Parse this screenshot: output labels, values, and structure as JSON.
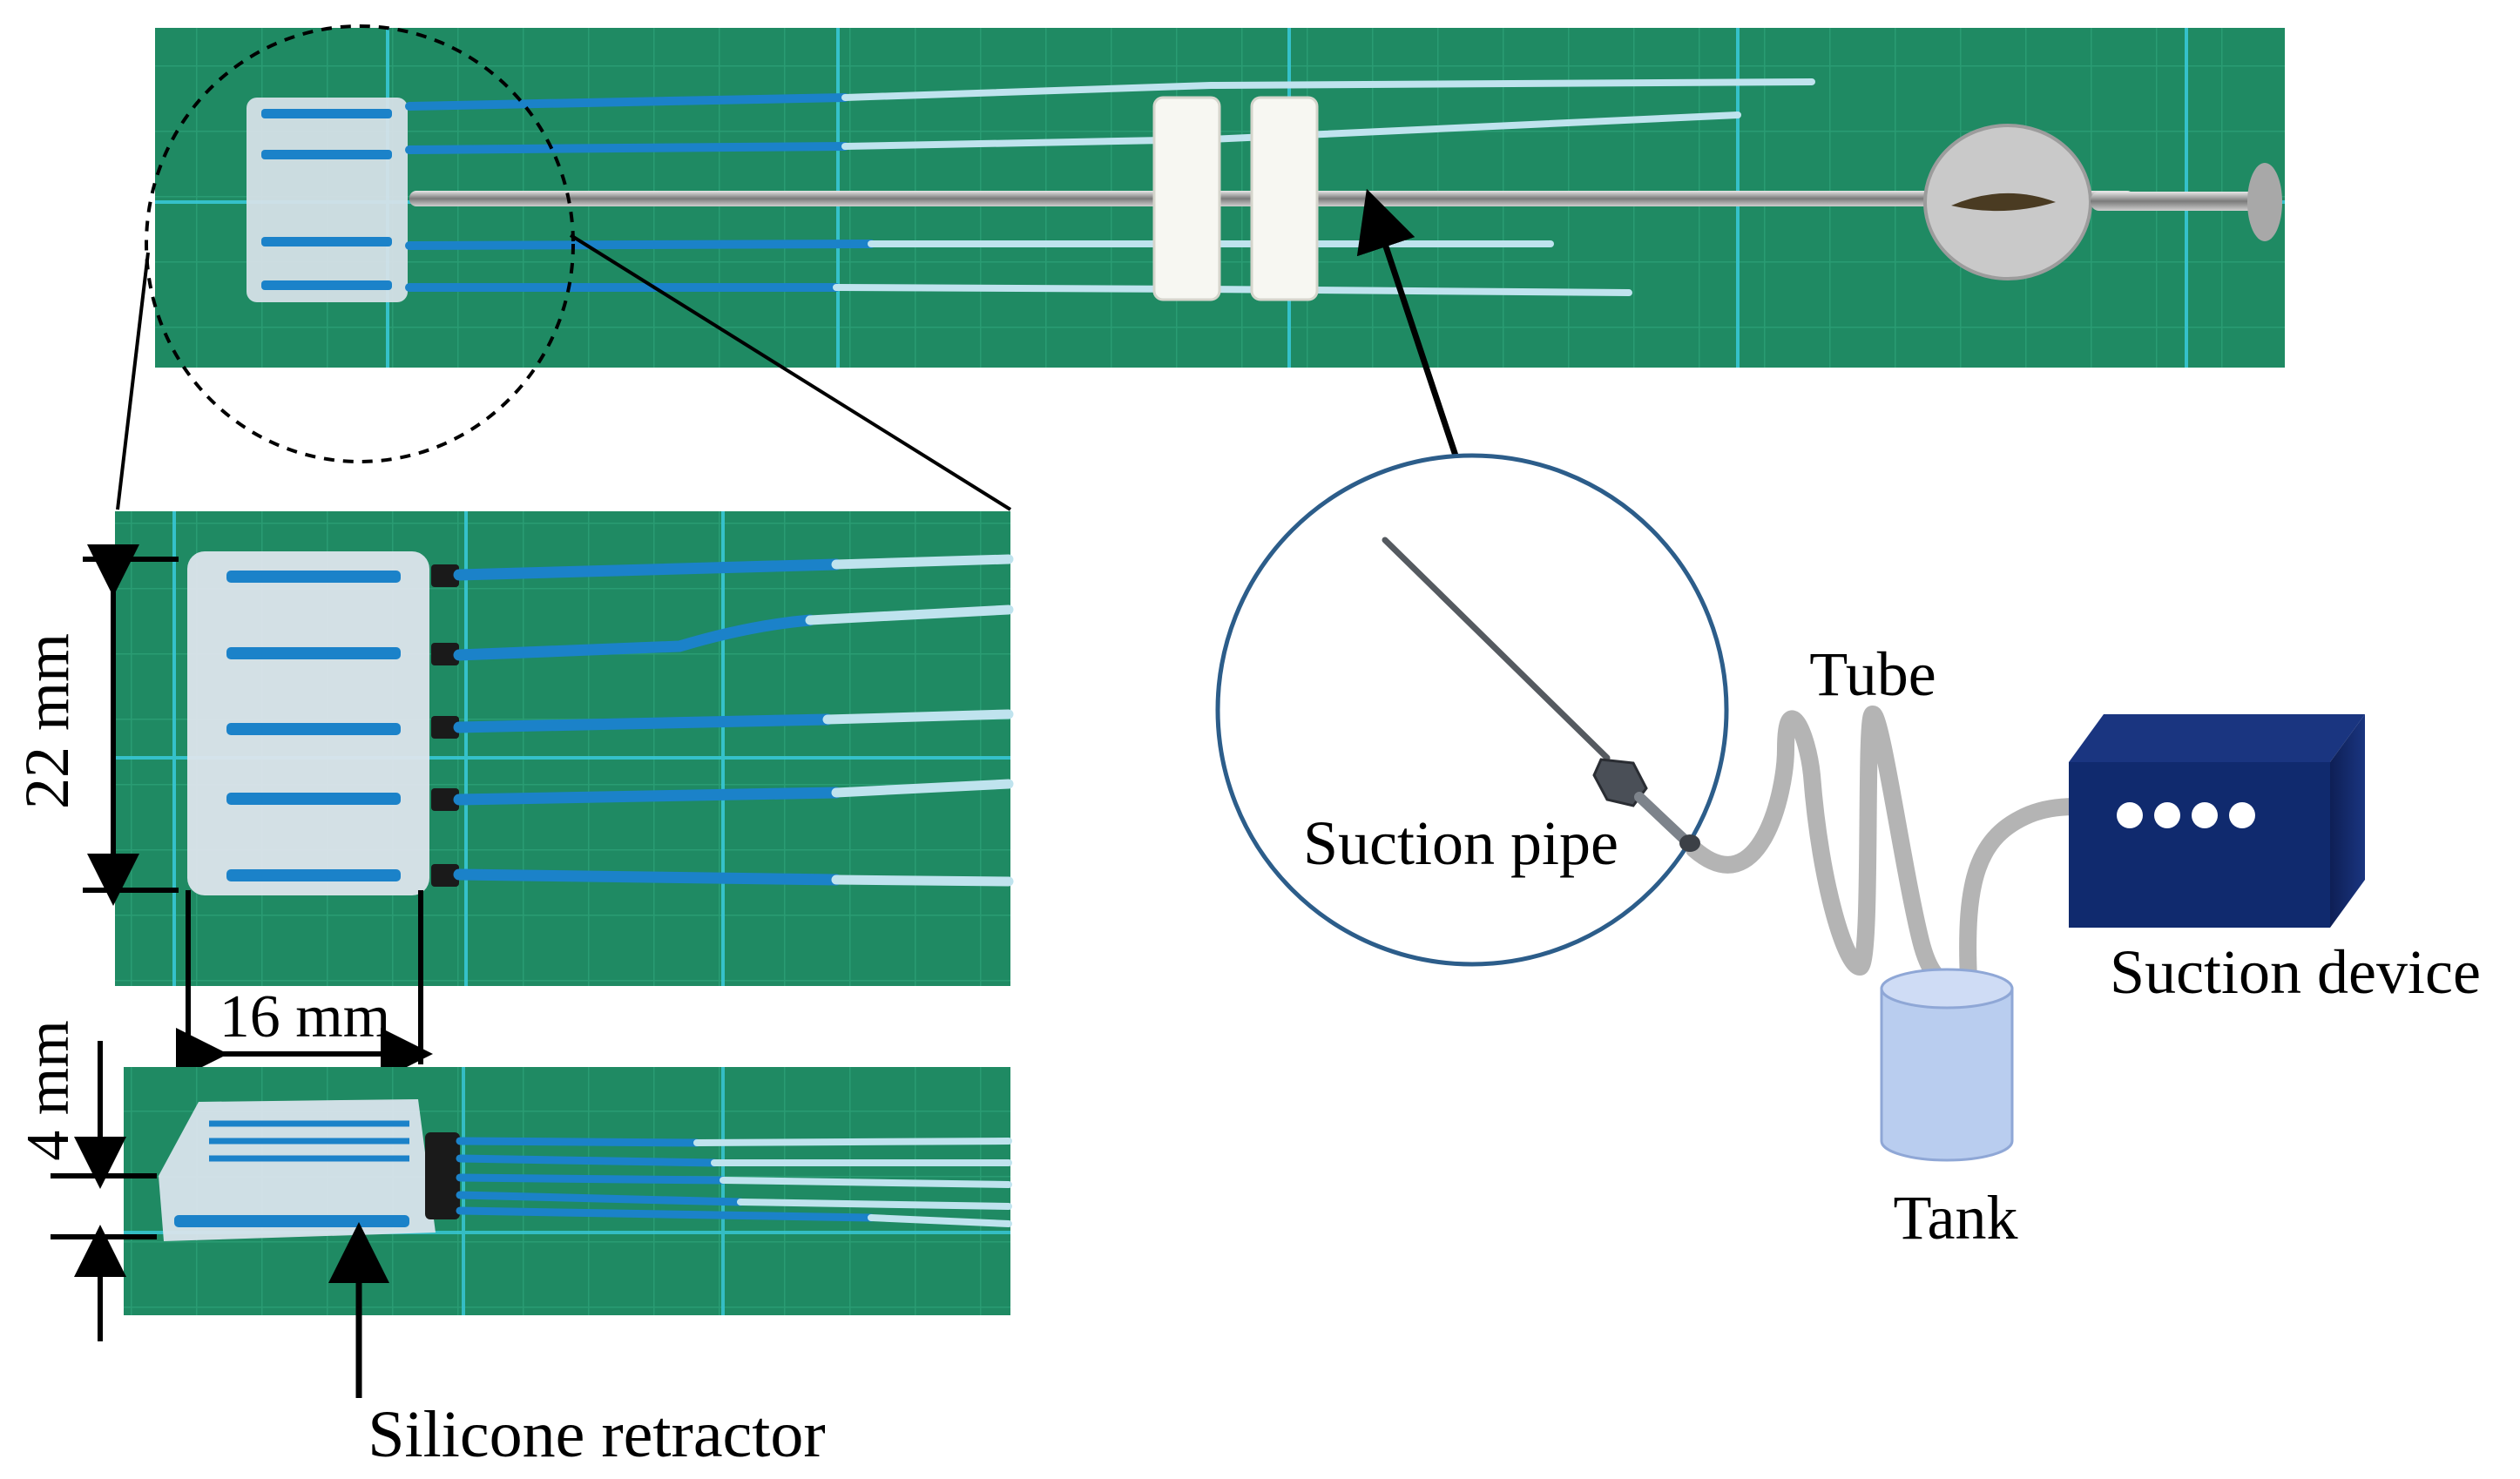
{
  "labels": {
    "height": "22 mm",
    "width": "16 mm",
    "thickness": "4 mm",
    "retractor": "Silicone retractor",
    "suction_pipe": "Suction pipe",
    "tube": "Tube",
    "suction_device": "Suction device",
    "tank": "Tank"
  },
  "colors": {
    "mat_green": "#1f8a63",
    "grid_cyan": "#38c7d6",
    "silicone_blue": "#1b82c9",
    "tube_pale": "#bfe3ee",
    "device_navy": "#102a6e",
    "tank_blue": "#b9cdef",
    "circle_stroke": "#2c5d8a",
    "hose_gray": "#b4b4b4"
  }
}
